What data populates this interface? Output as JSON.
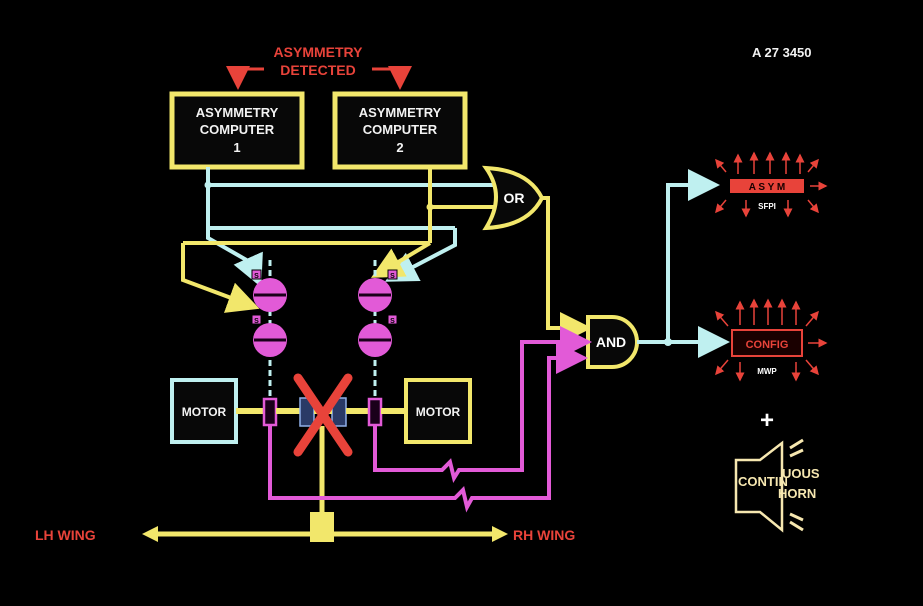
{
  "reference": "A 27 3450",
  "header": {
    "line1": "ASYMMETRY",
    "line2": "DETECTED"
  },
  "computers": [
    {
      "line1": "ASYMMETRY",
      "line2": "COMPUTER",
      "line3": "1"
    },
    {
      "line1": "ASYMMETRY",
      "line2": "COMPUTER",
      "line3": "2"
    }
  ],
  "gates": {
    "or": "OR",
    "and": "AND"
  },
  "motors": {
    "left": "MOTOR",
    "right": "MOTOR"
  },
  "wings": {
    "left": "LH WING",
    "right": "RH WING"
  },
  "outputs": {
    "asym": {
      "label": "A S Y M",
      "sub": "SFPI"
    },
    "config": {
      "label": "CONFIG",
      "sub": "MWP"
    },
    "plus": "+",
    "horn": {
      "word1": "CONTIN",
      "word2": "UOUS",
      "word3": "HORN"
    }
  },
  "brake_marks": [
    "S",
    "S",
    "S",
    "S"
  ],
  "colors": {
    "red": "#e8433a",
    "yellow": "#f2e76b",
    "cyan": "#bff0f0",
    "magenta": "#e25ad7",
    "box_fill": "#080808"
  }
}
